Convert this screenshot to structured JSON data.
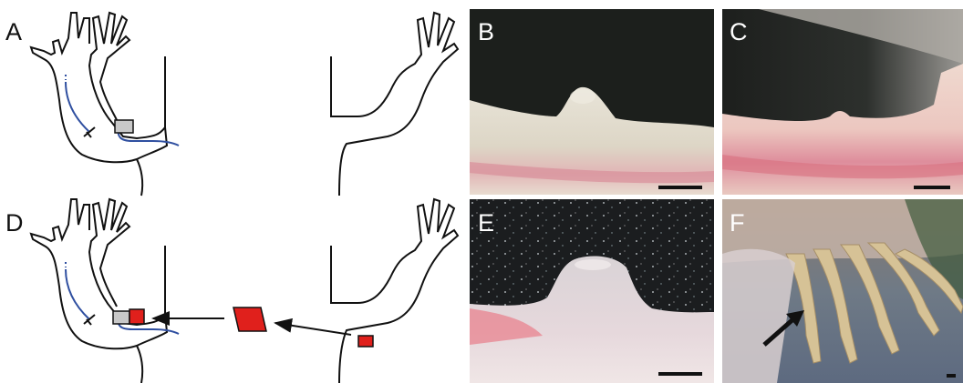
{
  "panels": {
    "a": "A",
    "b": "B",
    "c": "C",
    "d": "D",
    "e": "E",
    "f": "F"
  },
  "colors": {
    "nerve": "#2f4fa0",
    "graft": "#e0201c",
    "wound": "#c8c8c8",
    "outline": "#111111"
  }
}
